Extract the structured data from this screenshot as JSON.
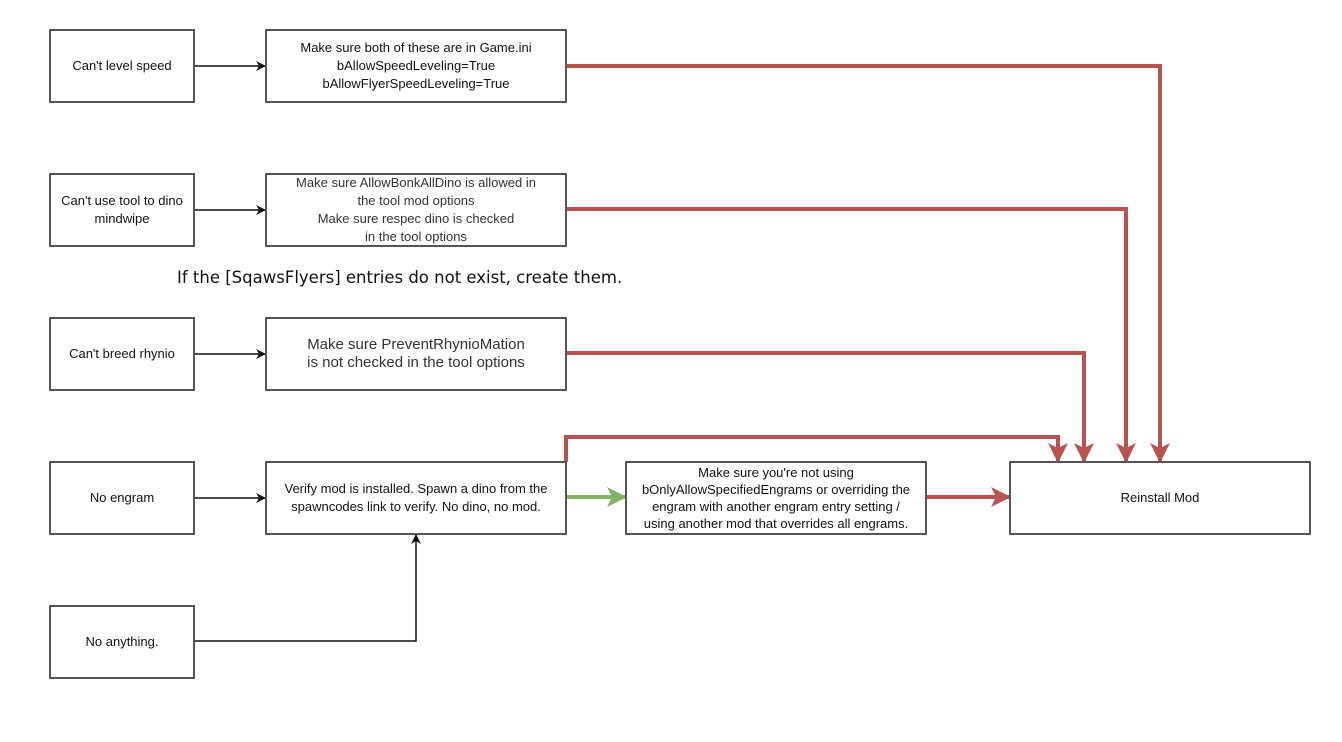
{
  "colors": {
    "red": "#b85450",
    "green": "#82b366",
    "black": "#111111",
    "border": "#555555"
  },
  "note": "If the [SqawsFlyers] entries do not exist, create them.",
  "nodes": {
    "a1": "Can't level speed",
    "b1": "Make sure both of these are in Game.ini\nbAllowSpeedLeveling=True\nbAllowFlyerSpeedLeveling=True",
    "a2": "Can't use tool to dino\nmindwipe",
    "b2": "Make sure AllowBonkAllDino is allowed in\nthe tool mod options\nMake sure respec dino is checked\nin the tool options",
    "a3": "Can't breed rhynio",
    "b3": "Make sure PreventRhynioMation\nis not checked in the tool options",
    "a4": "No engram",
    "b4": "Verify mod is installed. Spawn a dino from the\nspawncodes link to verify. No dino, no mod.",
    "c4": "Make sure you're not using\nbOnlyAllowSpecifiedEngrams or overriding the\nengram with another engram entry setting /\nusing another mod that overrides all engrams.",
    "r": "Reinstall Mod",
    "a5": "No anything."
  }
}
